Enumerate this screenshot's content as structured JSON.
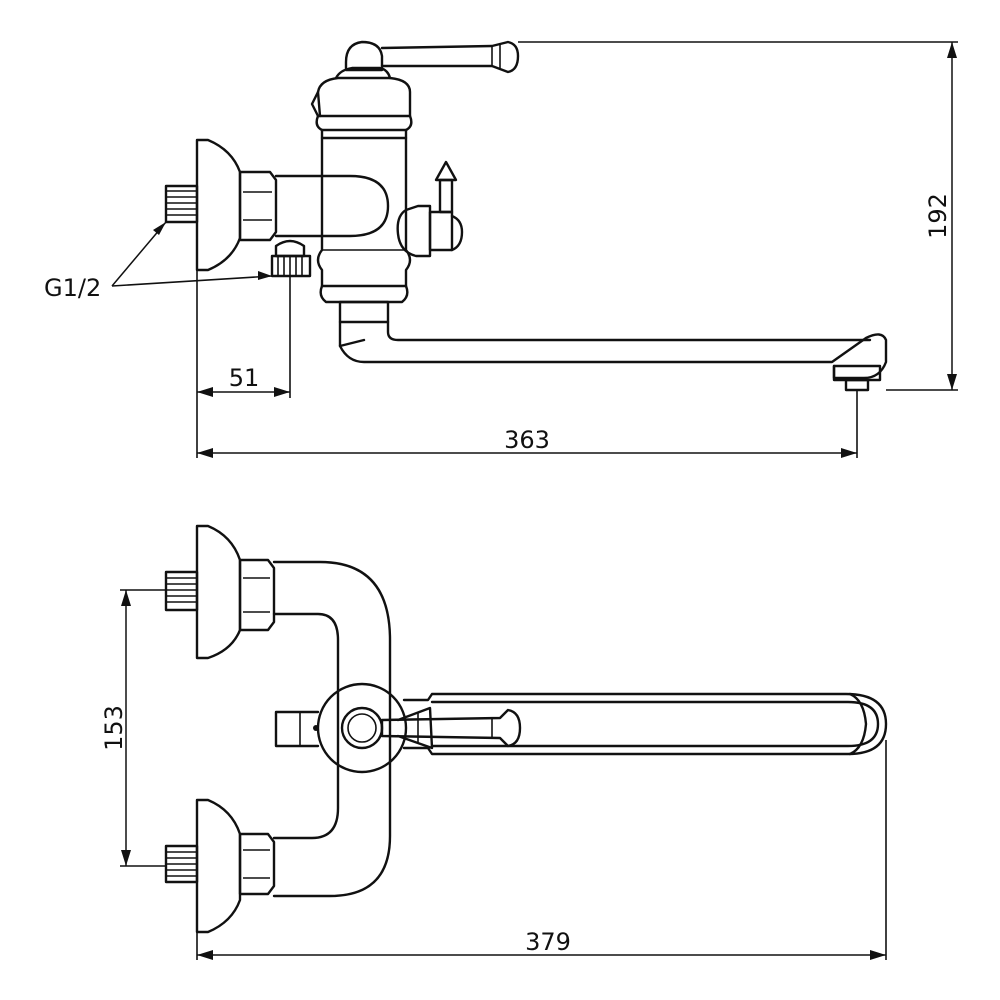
{
  "labels": {
    "thread": "G1/2",
    "dim_spout_height": "192",
    "dim_inlet_offset": "51",
    "dim_side_reach": "363",
    "dim_inlet_spacing": "153",
    "dim_top_reach": "379"
  }
}
